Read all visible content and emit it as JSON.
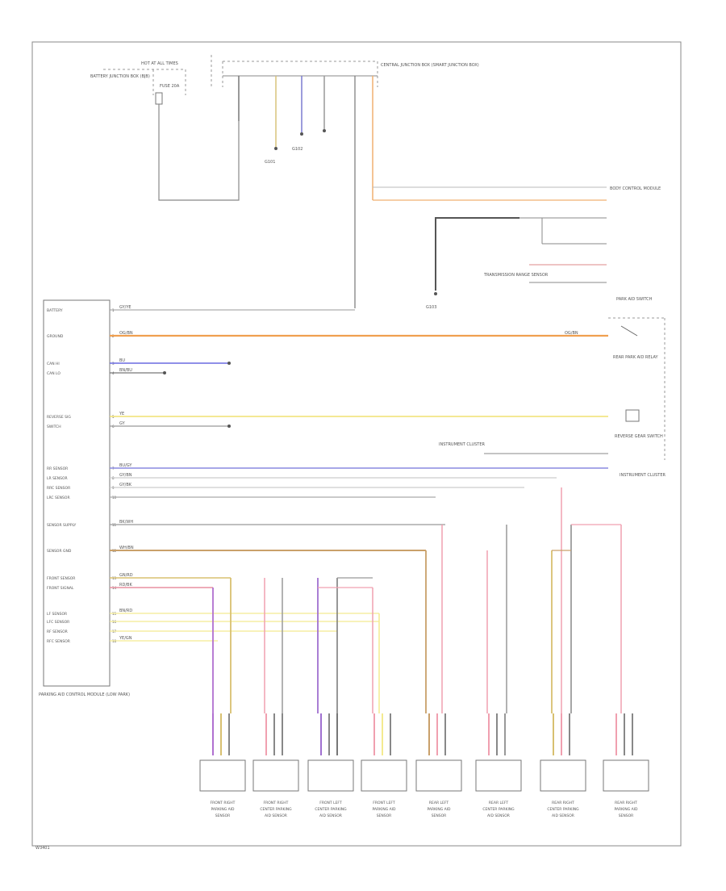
{
  "modules": {
    "ecu_title": "PARKING AID CONTROL MODULE (LOW PARK)",
    "fuse_box_title": "HOT AT ALL TIMES",
    "fuse_label": "FUSE 20A",
    "battery_label": "BATTERY JUNCTION BOX (BJB)",
    "central_junction_title": "CENTRAL JUNCTION BOX (SMART JUNCTION BOX)",
    "right_mod_title": "BODY CONTROL MODULE",
    "gear_switch_title": "REVERSE GEAR SWITCH",
    "park_switch_title": "PARK AID SWITCH",
    "rear_relay_title": "REAR PARK AID RELAY",
    "cluster_title": "INSTRUMENT CLUSTER",
    "ground_left": "G101",
    "ground_center": "G102",
    "ground_mid": "G103",
    "transmission_label": "TRANSMISSION RANGE SENSOR",
    "bottom_code": "W3401"
  },
  "ecu_pins": [
    "BATTERY",
    "GROUND",
    "CAN HI",
    "CAN LO",
    "REVERSE SIG",
    "SWITCH",
    "RR SENSOR",
    "LR SENSOR",
    "RRC SENSOR",
    "LRC SENSOR",
    "SENSOR SUPPLY",
    "SENSOR GND",
    "FRONT SENSOR",
    "FRONT SIGNAL",
    "LF SENSOR",
    "LFC SENSOR",
    "RF SENSOR",
    "RFC SENSOR"
  ],
  "wire_labels": {
    "w1": "GY/YE",
    "w2": "OG/BN",
    "w3": "BU",
    "w4": "BN/BU",
    "w5": "YE",
    "w6": "GY",
    "w7": "BU/GY",
    "w8": "GY/BN",
    "w9": "GY/BK",
    "w10": "GN/RD",
    "w11": "BK/WH",
    "w12": "RD/BK",
    "w13": "WH/BN",
    "w14": "BN/RD",
    "w15": "YE/GN"
  },
  "sensors": [
    "FRONT RIGHT PARKING AID SENSOR",
    "FRONT RIGHT CENTER PARKING AID SENSOR",
    "FRONT LEFT CENTER PARKING AID SENSOR",
    "FRONT LEFT PARKING AID SENSOR",
    "REAR LEFT PARKING AID SENSOR",
    "REAR LEFT CENTER PARKING AID SENSOR",
    "REAR RIGHT CENTER PARKING AID SENSOR",
    "REAR RIGHT PARKING AID SENSOR"
  ]
}
